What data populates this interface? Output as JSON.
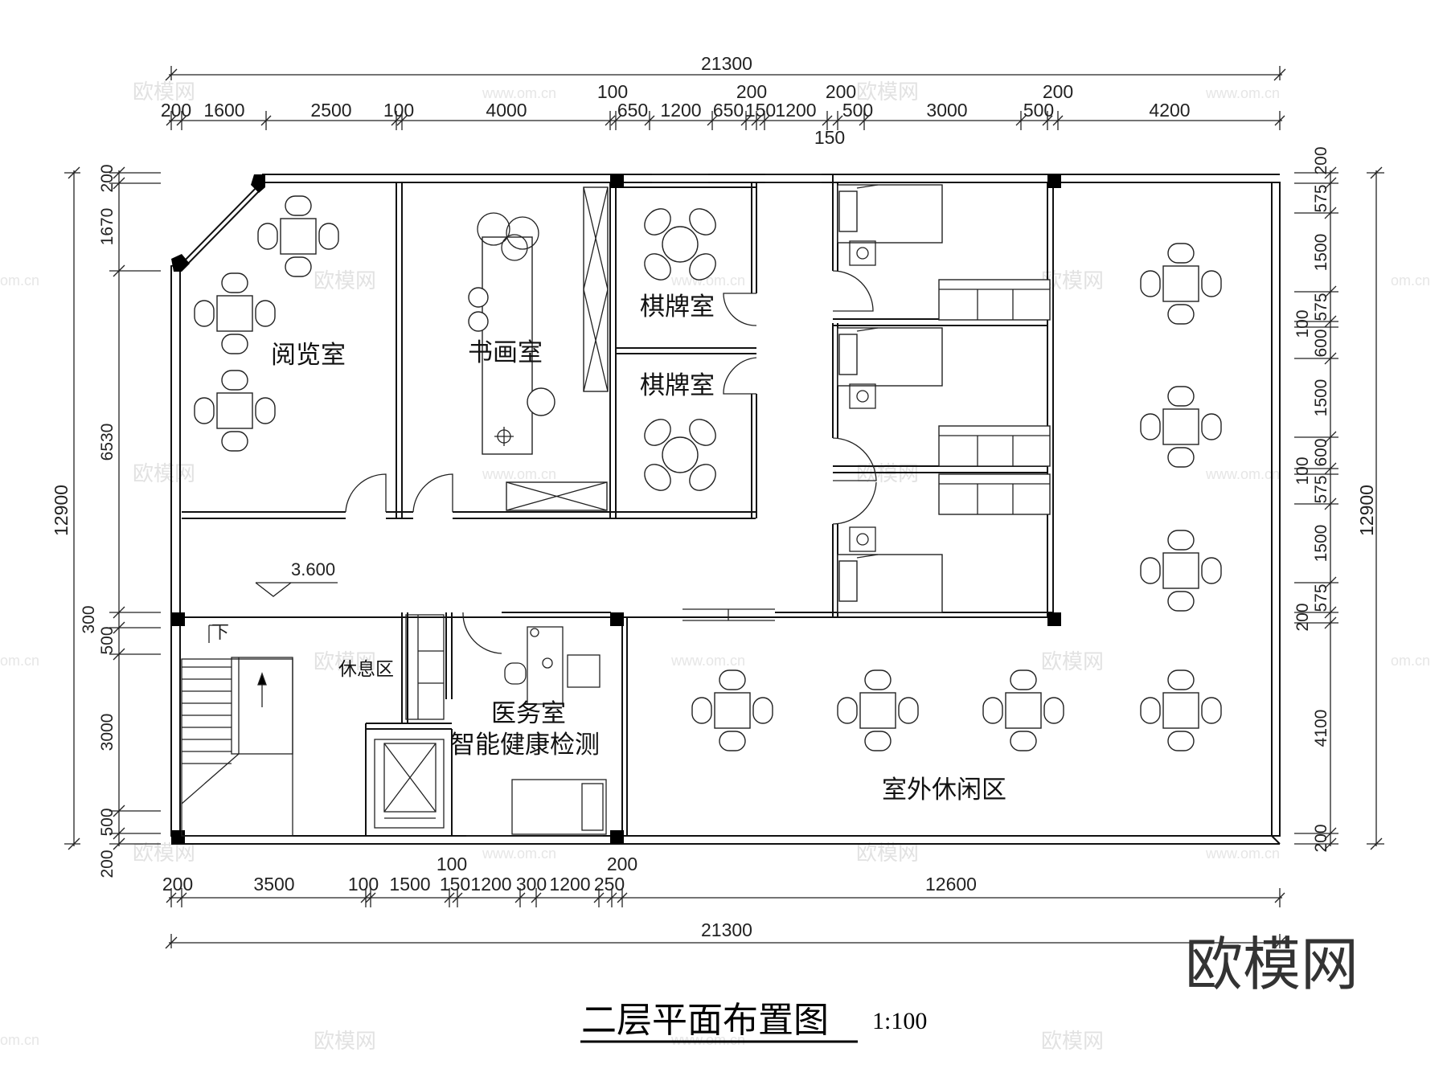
{
  "drawing": {
    "title": "二层平面布置图",
    "scale": "1:100",
    "elevation": "3.600",
    "stair_down": "下",
    "brand": "欧模网"
  },
  "rooms": {
    "reading": "阅览室",
    "calligraphy": "书画室",
    "chess_1": "棋牌室",
    "chess_2": "棋牌室",
    "lounge": "休息区",
    "medical_1": "医务室",
    "medical_2": "智能健康检测",
    "outdoor": "室外休闲区"
  },
  "dimensions": {
    "top_total": "21300",
    "bottom_total": "21300",
    "top_row": [
      "200",
      "1600",
      "2500",
      "100",
      "4000",
      "650",
      "1200",
      "650",
      "150",
      "1200",
      "500",
      "3000",
      "500",
      "4200"
    ],
    "top_upper": [
      "100",
      "200",
      "200",
      "200"
    ],
    "top_lower": "150",
    "bottom_row": [
      "200",
      "3500",
      "100",
      "1500",
      "150",
      "1200",
      "300",
      "1200",
      "250",
      "12600"
    ],
    "bottom_upper": [
      "100",
      "200"
    ],
    "left_total": "12900",
    "left": [
      "200",
      "1670",
      "6530",
      "300",
      "500",
      "3000",
      "500",
      "200"
    ],
    "right_total": "12900",
    "right": [
      "200",
      "575",
      "1500",
      "575",
      "100",
      "600",
      "1500",
      "600",
      "100",
      "575",
      "1500",
      "575",
      "200",
      "4100",
      "200"
    ]
  },
  "watermark": {
    "text": "欧模网",
    "url": "www.om.cn",
    "url_short": "om.cn"
  }
}
